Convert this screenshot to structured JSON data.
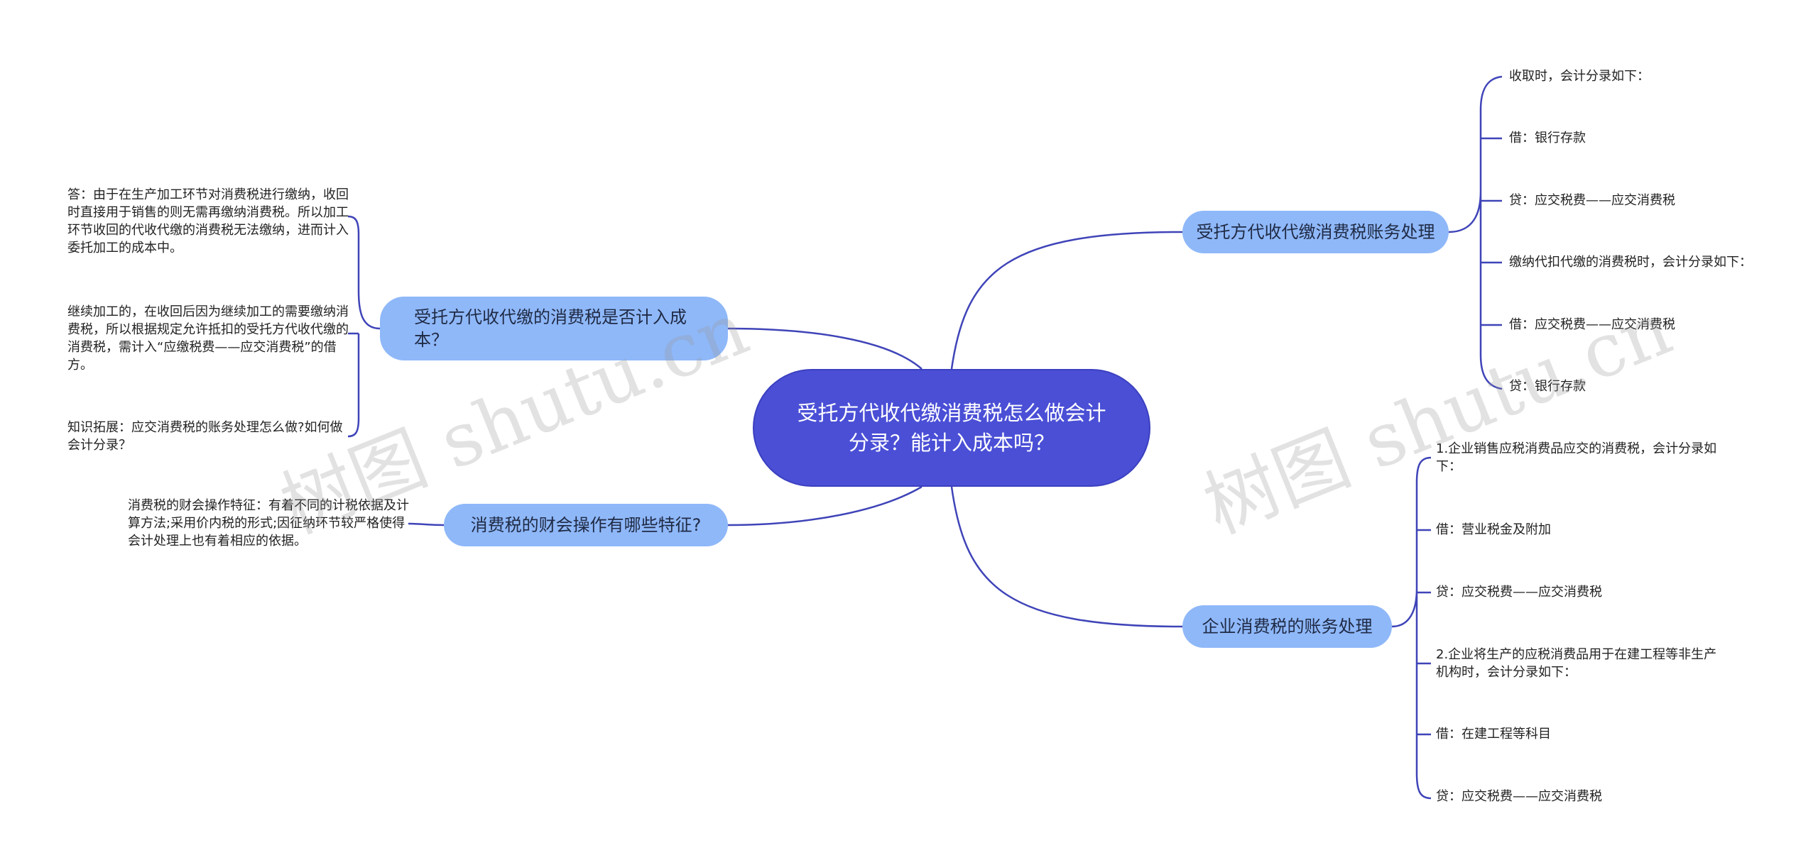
{
  "root": {
    "title": "受托方代收代缴消费税怎么做会计分录？能计入成本吗？"
  },
  "branches": {
    "b1": {
      "label": "受托方代收代缴消费税账务处理",
      "leaves": [
        "收取时，会计分录如下：",
        "借：银行存款",
        "贷：应交税费——应交消费税",
        "缴纳代扣代缴的消费税时，会计分录如下：",
        "借：应交税费——应交消费税",
        "贷：银行存款"
      ]
    },
    "b2": {
      "label": "企业消费税的账务处理",
      "leaves": [
        "1.企业销售应税消费品应交的消费税，会计分录如下：",
        "借：营业税金及附加",
        "贷：应交税费——应交消费税",
        "2.企业将生产的应税消费品用于在建工程等非生产机构时，会计分录如下：",
        "借：在建工程等科目",
        "贷：应交税费——应交消费税"
      ]
    },
    "b3": {
      "label": "受托方代收代缴的消费税是否计入成本？",
      "leaves": [
        "答：由于在生产加工环节对消费税进行缴纳，收回时直接用于销售的则无需再缴纳消费税。所以加工环节收回的代收代缴的消费税无法缴纳，进而计入委托加工的成本中。",
        "继续加工的，在收回后因为继续加工的需要缴纳消费税，所以根据规定允许抵扣的受托方代收代缴的消费税，需计入“应缴税费——应交消费税”的借方。",
        "知识拓展：应交消费税的账务处理怎么做?如何做会计分录？"
      ]
    },
    "b4": {
      "label": "消费税的财会操作有哪些特征?",
      "leaves": [
        "消费税的财会操作特征：有着不同的计税依据及计算方法;采用价内税的形式;因征纳环节较严格使得会计处理上也有着相应的依据。"
      ]
    }
  },
  "watermarks": [
    "树图 shutu.cn",
    "树图 shutu.cn"
  ],
  "colors": {
    "root_fill": "#4a4fd6",
    "branch_fill": "#8fb8f9",
    "connector": "#3f44b8",
    "background": "#ffffff"
  }
}
